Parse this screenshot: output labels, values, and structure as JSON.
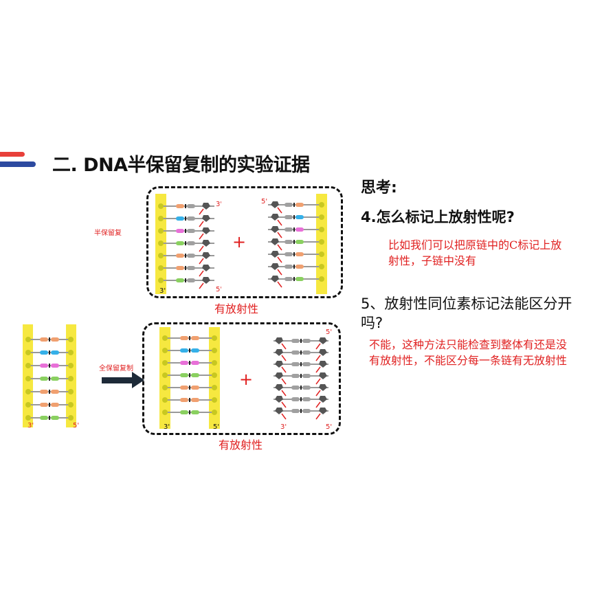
{
  "title": "二. DNA半保留复制的实验证据",
  "thinking_label": "思考:",
  "q4": "4.怎么标记上放射性呢?",
  "a4": "比如我们可以把原链中的C标记上放射性，子链中没有",
  "q5": "5、放射性同位素标记法能区分开吗?",
  "a5": "不能，这种方法只能检查到整体有还是没有放射性，不能区分每一条链有无放射性",
  "diagram": {
    "semi_label": "半保留复",
    "full_label": "全保留复制",
    "radioactive_label_1": "有放射性",
    "radioactive_label_2": "有放射性",
    "plus": "+",
    "end_3": "3'",
    "end_5": "5'"
  },
  "colors": {
    "accent_red": "#e8403a",
    "accent_blue": "#2d4aa0",
    "backbone_yellow": "#f6e840",
    "annotation_red": "#e02020"
  }
}
